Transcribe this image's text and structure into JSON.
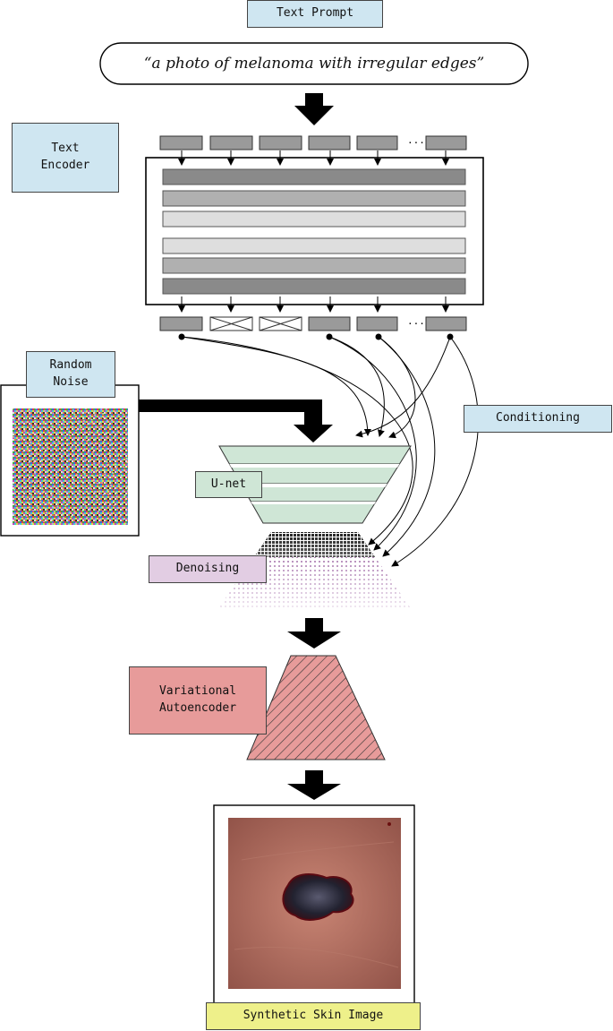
{
  "text_prompt": {
    "label": "Text Prompt",
    "prompt": "“a photo of melanoma with irregular edges”"
  },
  "text_encoder": {
    "label": "Text\nEncoder",
    "ellipsis_in": "...",
    "ellipsis_out": "..."
  },
  "random_noise": {
    "label": "Random\nNoise"
  },
  "unet": {
    "label": "U-net"
  },
  "conditioning": {
    "label": "Conditioning"
  },
  "denoising": {
    "label": "Denoising"
  },
  "vae": {
    "label": "Variational\nAutoencoder"
  },
  "output": {
    "label": "Synthetic Skin Image"
  },
  "colors": {
    "label_blue": "#cfe6f1",
    "unet_green": "#cfe6d6",
    "denoising_purple": "#e2cde3",
    "vae_red": "#e79b9a",
    "output_yellow": "#eef08a"
  }
}
